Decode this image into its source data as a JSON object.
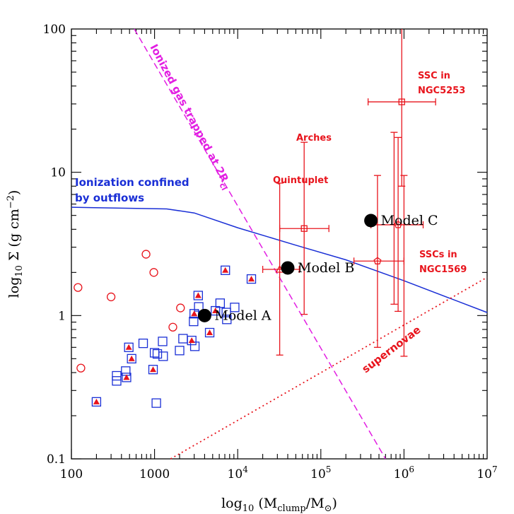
{
  "chart_data": {
    "type": "scatter",
    "x_scale": "log",
    "y_scale": "log",
    "xlim": [
      100,
      10000000
    ],
    "ylim": [
      0.1,
      100
    ],
    "xlabel": {
      "pre": "log",
      "sub1": "10",
      "mid": " (M",
      "sub2": "clump",
      "post": "/M",
      "sub3": "⊙",
      "close": ")"
    },
    "ylabel": {
      "pre": "log",
      "sub1": "10",
      "mid": " Σ (g cm",
      "sup": "−2",
      "close": ")"
    },
    "x_ticks": [
      {
        "v": 100,
        "label": "100"
      },
      {
        "v": 1000,
        "label": "1000"
      },
      {
        "v": 10000,
        "base": "10",
        "sup": "4"
      },
      {
        "v": 100000,
        "base": "10",
        "sup": "5"
      },
      {
        "v": 1000000,
        "base": "10",
        "sup": "6"
      },
      {
        "v": 10000000,
        "base": "10",
        "sup": "7"
      }
    ],
    "y_ticks": [
      {
        "v": 0.1,
        "label": "0.1"
      },
      {
        "v": 1,
        "label": "1"
      },
      {
        "v": 10,
        "label": "10"
      },
      {
        "v": 100,
        "label": "100"
      }
    ],
    "colors": {
      "blue": "#1a2fd6",
      "red": "#e8141c",
      "magenta": "#e21ee2",
      "black": "#000000"
    },
    "open_circles": [
      [
        120,
        1.57
      ],
      [
        130,
        0.43
      ],
      [
        300,
        1.35
      ],
      [
        790,
        2.68
      ],
      [
        980,
        2.0
      ],
      [
        1660,
        0.83
      ],
      [
        2050,
        1.13
      ]
    ],
    "squares": [
      [
        200,
        0.25
      ],
      [
        350,
        0.35
      ],
      [
        350,
        0.38
      ],
      [
        450,
        0.41
      ],
      [
        460,
        0.37
      ],
      [
        490,
        0.6
      ],
      [
        530,
        0.5
      ],
      [
        730,
        0.64
      ],
      [
        960,
        0.42
      ],
      [
        1000,
        0.55
      ],
      [
        1050,
        0.245
      ],
      [
        1080,
        0.54
      ],
      [
        1250,
        0.66
      ],
      [
        1270,
        0.52
      ],
      [
        2000,
        0.57
      ],
      [
        2200,
        0.69
      ],
      [
        2800,
        0.67
      ],
      [
        2950,
        0.91
      ],
      [
        3000,
        1.03
      ],
      [
        3050,
        0.61
      ],
      [
        3350,
        1.38
      ],
      [
        3400,
        1.15
      ],
      [
        4600,
        0.76
      ],
      [
        5400,
        1.08
      ],
      [
        6150,
        1.22
      ],
      [
        7100,
        2.07
      ],
      [
        7300,
        1.05
      ],
      [
        7400,
        0.94
      ],
      [
        9200,
        1.14
      ],
      [
        14600,
        1.8
      ]
    ],
    "triangles": [
      [
        200,
        0.25
      ],
      [
        460,
        0.37
      ],
      [
        490,
        0.6
      ],
      [
        530,
        0.5
      ],
      [
        960,
        0.42
      ],
      [
        2800,
        0.67
      ],
      [
        3000,
        1.03
      ],
      [
        3350,
        1.38
      ],
      [
        4600,
        0.76
      ],
      [
        5400,
        1.08
      ],
      [
        7100,
        2.07
      ],
      [
        14600,
        1.8
      ]
    ],
    "models": [
      {
        "name": "Model A",
        "x": 4000,
        "y": 1.0
      },
      {
        "name": "Model B",
        "x": 40000,
        "y": 2.15
      },
      {
        "name": "Model C",
        "x": 400000,
        "y": 4.6
      }
    ],
    "clusters": [
      {
        "name": "Quintuplet",
        "x": 32000,
        "y": 2.1,
        "xlo": 20000,
        "xhi": 55000,
        "ylo": 0.53,
        "yhi": 8.4,
        "marker": "triangle"
      },
      {
        "name": "Arches",
        "x": 63000,
        "y": 4.05,
        "xlo": 32000,
        "xhi": 125000,
        "ylo": 1.02,
        "yhi": 16.2,
        "marker": "square"
      },
      {
        "name": "SSCs in NGC1569 (a)",
        "x": 850000,
        "y": 4.3,
        "xlo": 400000,
        "xhi": 1700000,
        "ylo": 1.07,
        "yhi": 17.5,
        "marker": "pentagon"
      },
      {
        "name": "SSCs in NGC1569 (b)",
        "x": 480000,
        "y": 2.4,
        "xlo": 250000,
        "xhi": 1000000,
        "ylo": 0.6,
        "yhi": 9.5,
        "marker": "pentagon"
      },
      {
        "name": "SSC in NGC5253",
        "x": 940000,
        "y": 31,
        "xlo": 370000,
        "xhi": 2400000,
        "ylo": 8.0,
        "yhi": 100,
        "marker": "square"
      }
    ],
    "extra_vertical_bars": [
      {
        "x": 760000,
        "ylo": 1.2,
        "yhi": 19
      },
      {
        "x": 1000000,
        "ylo": 0.52,
        "yhi": 9.5
      }
    ],
    "lines": {
      "outflows": [
        [
          100,
          5.7
        ],
        [
          1400,
          5.55
        ],
        [
          3000,
          5.2
        ],
        [
          10000,
          4.1
        ],
        [
          50000,
          3.1
        ],
        [
          200000,
          2.45
        ],
        [
          1000000,
          1.75
        ],
        [
          10000000,
          1.05
        ]
      ],
      "trapped": [
        [
          570,
          100
        ],
        [
          600000,
          0.1
        ]
      ],
      "supernovae": [
        [
          1560,
          0.1
        ],
        [
          10000000,
          1.85
        ]
      ]
    },
    "annotations": {
      "outflows_line1": "Ionization confined",
      "outflows_line2": "by outflows",
      "trapped_pre": "Ionized gas trapped at 2R",
      "trapped_sub": "cl",
      "supernovae": "supernovae",
      "quintuplet": "Quintuplet",
      "arches": "Arches",
      "ssc5253_line1": "SSC in",
      "ssc5253_line2": "NGC5253",
      "ssc1569_line1": "SSCs in",
      "ssc1569_line2": "NGC1569"
    }
  }
}
